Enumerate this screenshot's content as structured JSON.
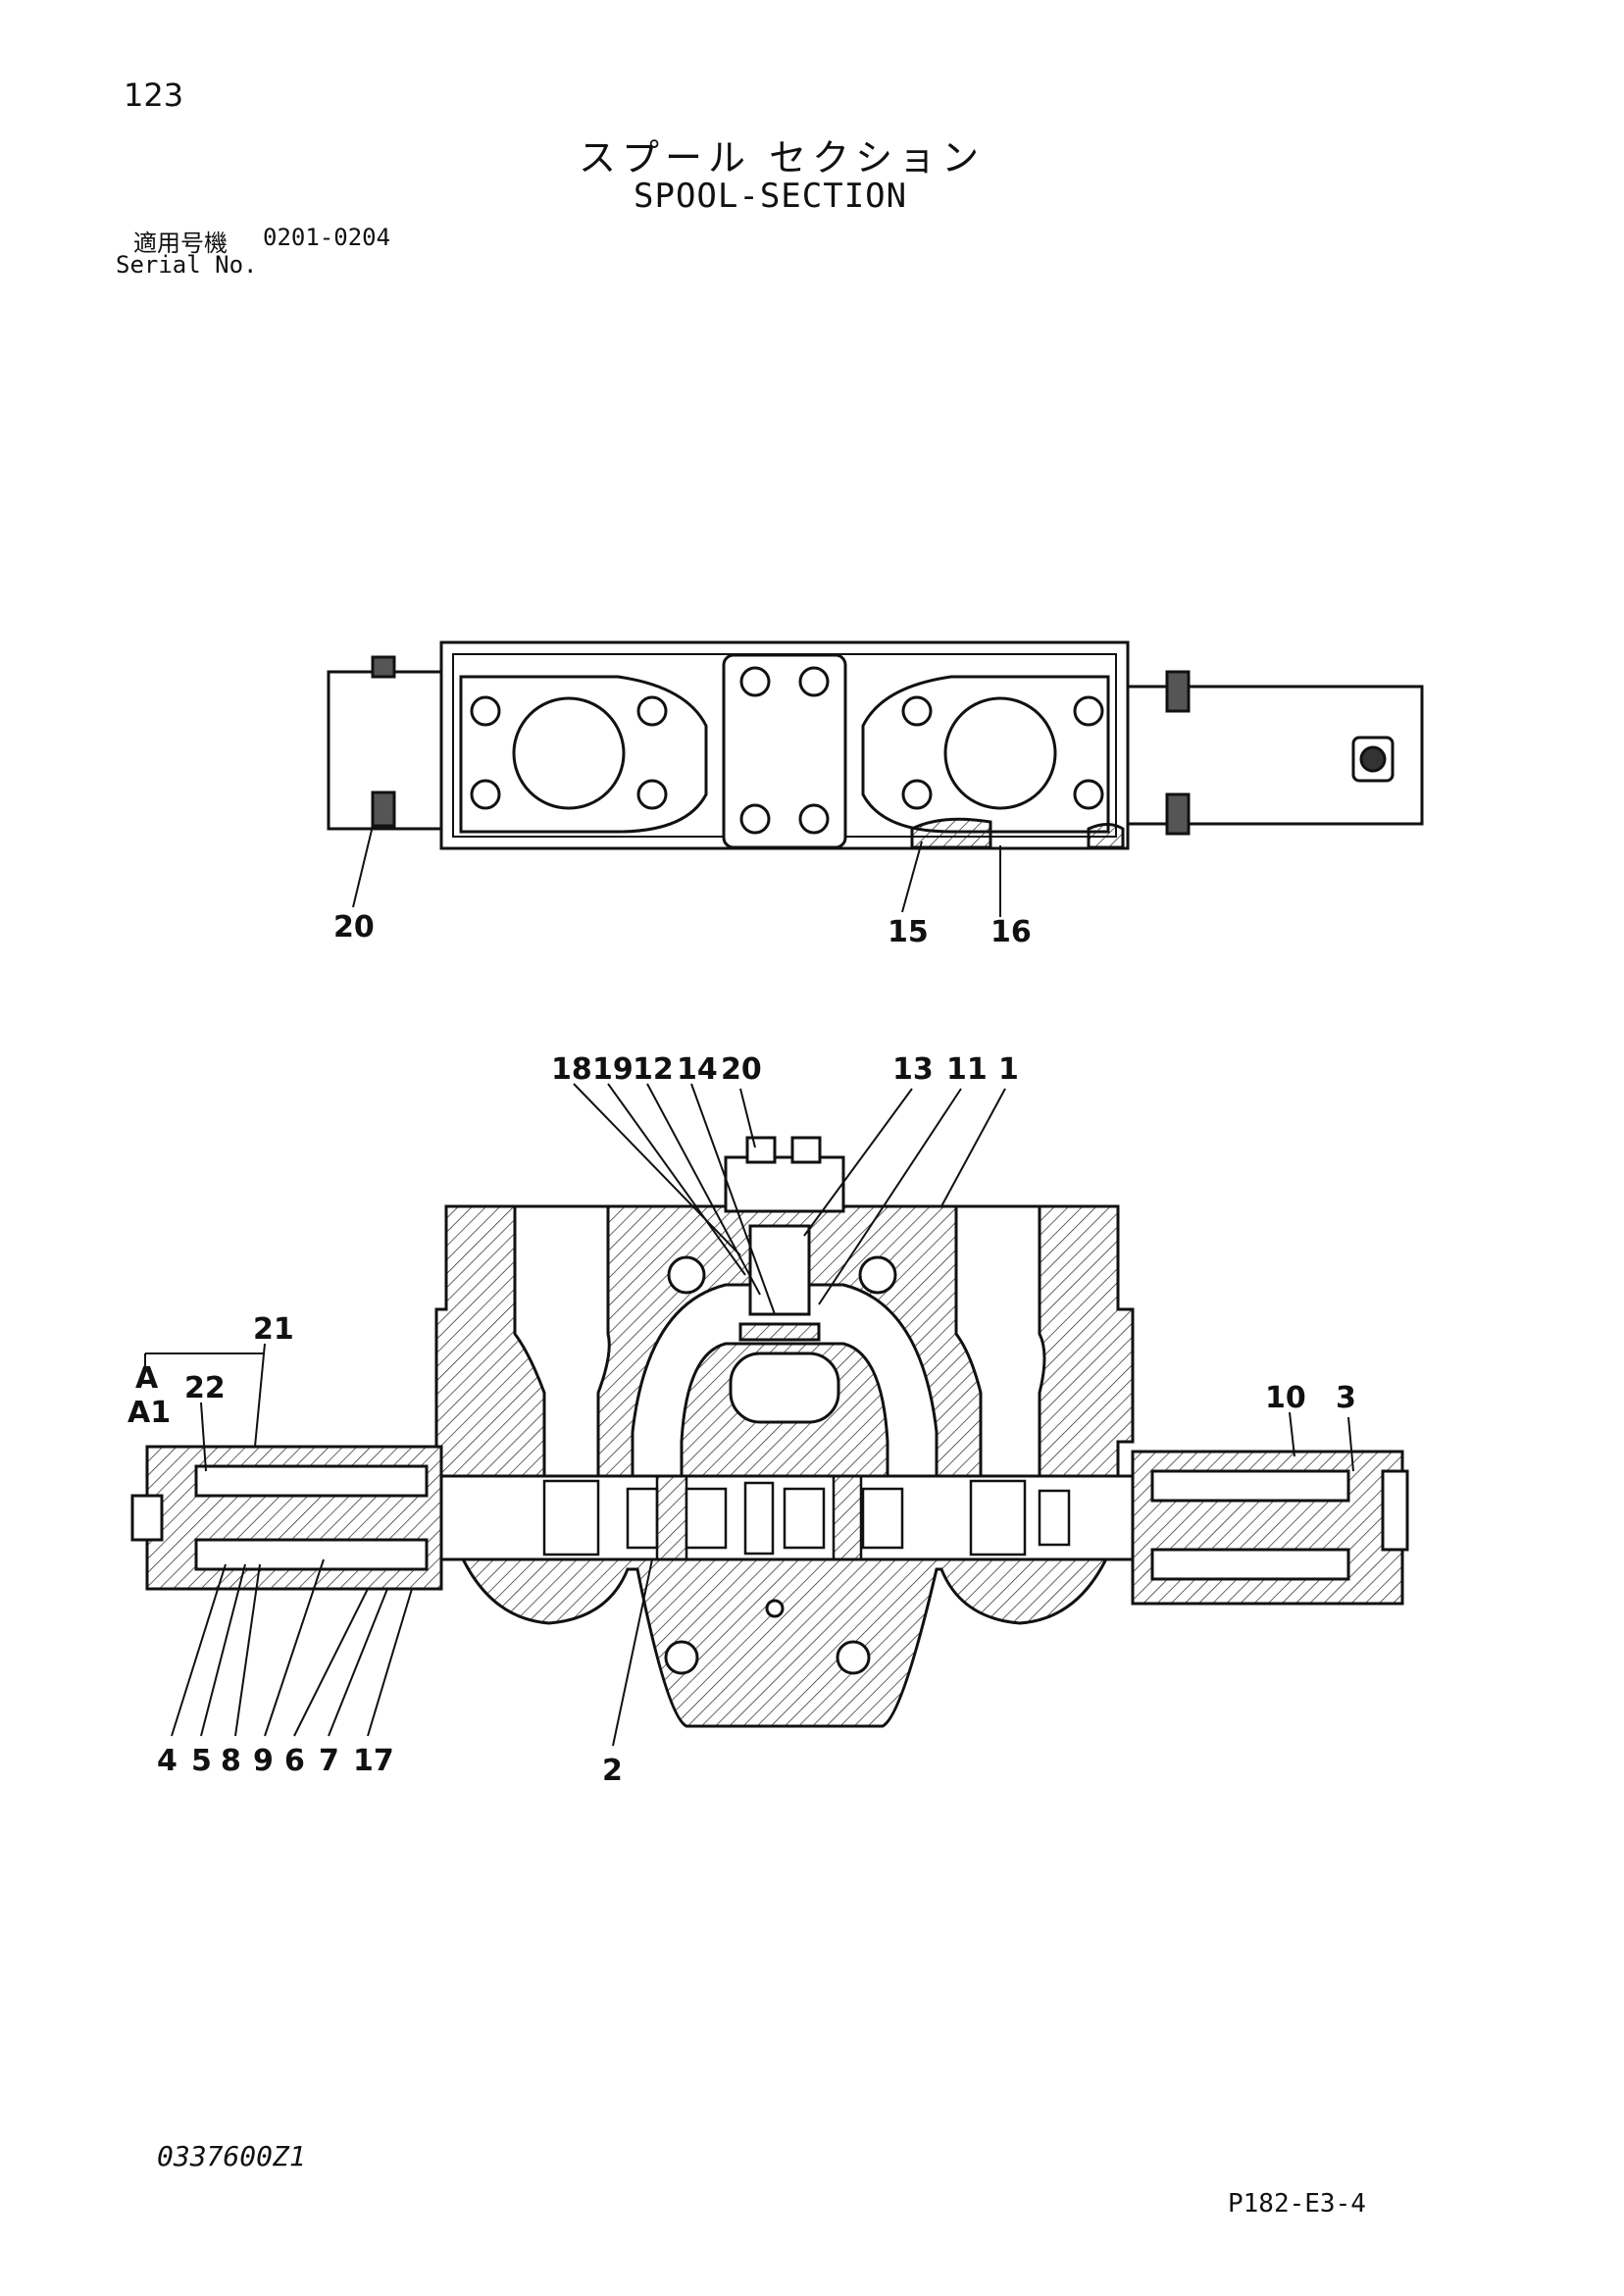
{
  "header": {
    "page_number": "123",
    "title_jp": "スプール セクション",
    "title_en": "SPOOL-SECTION",
    "serial_label_jp": "適用号機",
    "serial_range": "0201-0204",
    "serial_label_en": "Serial No."
  },
  "top_view": {
    "callouts": [
      "20",
      "15",
      "16"
    ]
  },
  "section_view": {
    "callouts_top": [
      "18",
      "19",
      "12",
      "14",
      "20",
      "13",
      "11",
      "1"
    ],
    "callouts_left": [
      "21",
      "A",
      "A1",
      "22"
    ],
    "callouts_right": [
      "10",
      "3"
    ],
    "callouts_bottom": [
      "4",
      "5",
      "8",
      "9",
      "6",
      "7",
      "17",
      "2"
    ]
  },
  "footer": {
    "doc_code": "0337600Z1",
    "page_ref": "P182-E3-4"
  }
}
